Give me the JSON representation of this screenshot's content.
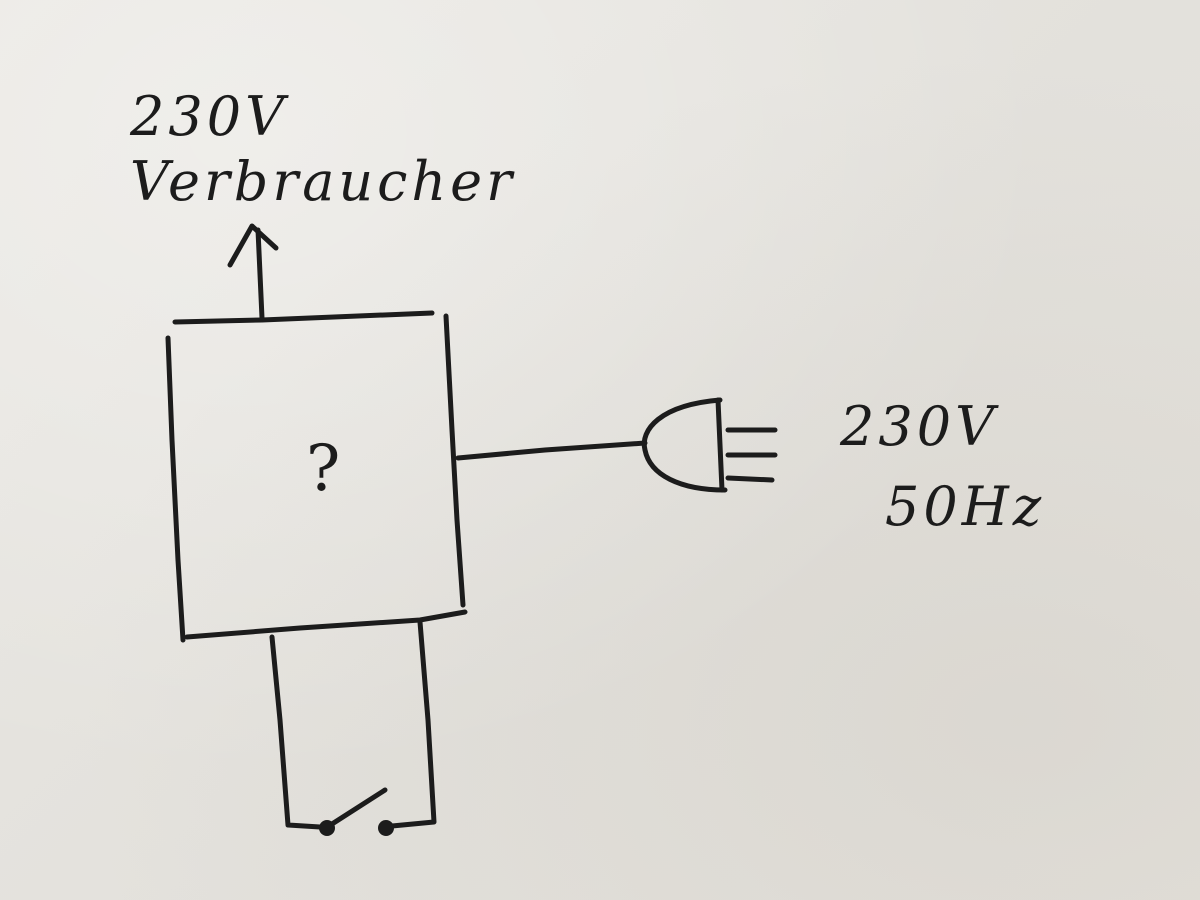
{
  "diagram": {
    "load": {
      "voltage_label": "230V",
      "name_label": "Verbraucher"
    },
    "box": {
      "content_label": "?"
    },
    "supply": {
      "voltage_label": "230V",
      "frequency_label": "50Hz"
    },
    "switch": {
      "icon": "switch-icon"
    },
    "plug": {
      "icon": "plug-icon"
    },
    "ink_color": "#1c1c1c",
    "paper_color": "#e6e4df"
  }
}
